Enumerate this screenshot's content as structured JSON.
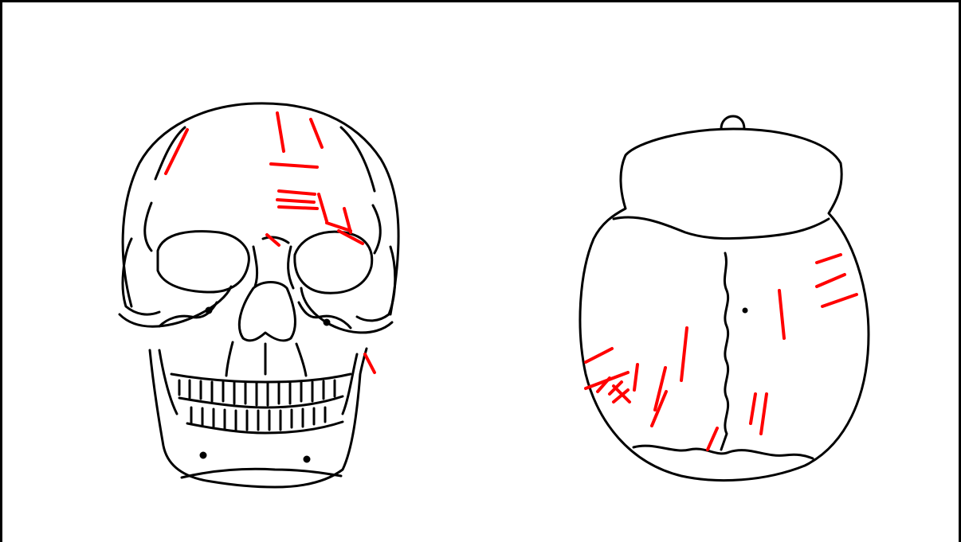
{
  "figure": {
    "panels": [
      {
        "id": "anterior-view",
        "description_icon": "skull-front-icon"
      },
      {
        "id": "superior-view",
        "description_icon": "skull-top-icon"
      }
    ],
    "colors": {
      "outline": "#000000",
      "cut_mark": "#ff0000",
      "background": "#ffffff"
    },
    "cut_mark_counts": {
      "anterior-view": 15,
      "superior-view": 19
    }
  }
}
